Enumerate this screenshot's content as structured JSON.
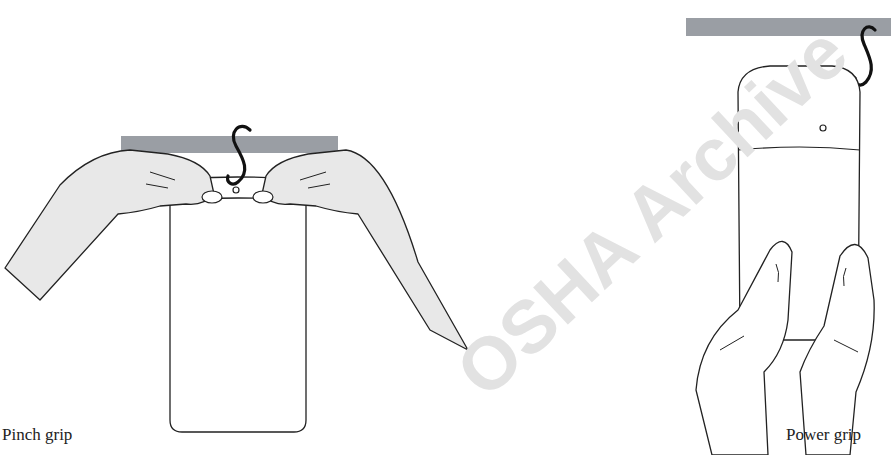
{
  "diagram": {
    "labels": [
      "Pinch grip",
      "Power grip",
      "OSHA Archive"
    ]
  }
}
